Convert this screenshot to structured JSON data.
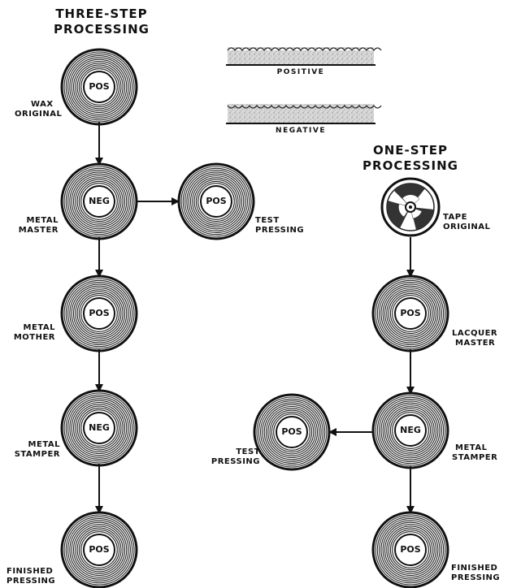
{
  "three_step": {
    "title_line1": "THREE-STEP",
    "title_line2": "PROCESSING",
    "discs": [
      {
        "text": "POS",
        "label_line1": "WAX",
        "label_line2": "ORIGINAL"
      },
      {
        "text": "NEG",
        "label_line1": "METAL",
        "label_line2": "MASTER"
      },
      {
        "text": "POS",
        "label_line1": "TEST",
        "label_line2": "PRESSING"
      },
      {
        "text": "POS",
        "label_line1": "METAL",
        "label_line2": "MOTHER"
      },
      {
        "text": "NEG",
        "label_line1": "METAL",
        "label_line2": "STAMPER"
      },
      {
        "text": "POS",
        "label_line1": "FINISHED",
        "label_line2": "PRESSING"
      }
    ]
  },
  "grooves": {
    "positive_label": "POSITIVE",
    "negative_label": "NEGATIVE"
  },
  "one_step": {
    "title_line1": "ONE-STEP",
    "title_line2": "PROCESSING",
    "tape": {
      "label_line1": "TAPE",
      "label_line2": "ORIGINAL"
    },
    "discs": [
      {
        "text": "POS",
        "label_line1": "LACQUER",
        "label_line2": "MASTER"
      },
      {
        "text": "NEG",
        "label_line1": "METAL",
        "label_line2": "STAMPER"
      },
      {
        "text": "POS",
        "label_line1": "TEST",
        "label_line2": "PRESSING"
      },
      {
        "text": "POS",
        "label_line1": "FINISHED",
        "label_line2": "PRESSING"
      }
    ]
  }
}
